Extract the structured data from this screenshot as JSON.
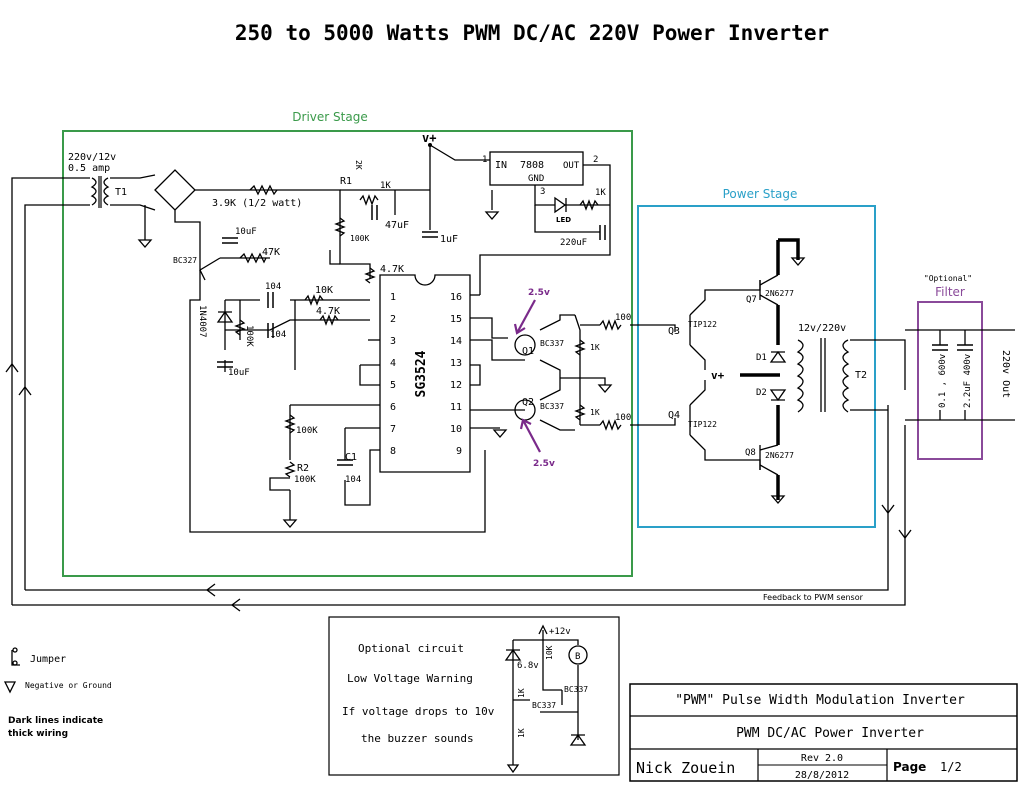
{
  "title": "250 to 5000 Watts PWM DC/AC 220V Power Inverter",
  "colors": {
    "driver_box": "#3a9a4a",
    "power_box": "#2aa0c8",
    "filter_box": "#8a4a9a",
    "annotation": "#7a2a8a",
    "wire": "#000000"
  },
  "sections": {
    "driver_stage": "Driver Stage",
    "power_stage": "Power Stage",
    "filter": "Filter",
    "filter_note": "\"Optional\""
  },
  "components": {
    "t1": "T1",
    "t1_rating_1": "220v/12v",
    "t1_rating_2": "0.5 amp",
    "r_39k": "3.9K (1/2 watt)",
    "r1": "R1",
    "r1_val": "2K",
    "r_1k_top": "1K",
    "c_47uf": "47uF",
    "c_1uf": "1uF",
    "r_100k_a": "100K",
    "r_47k": "47K",
    "c_10uf_a": "10uF",
    "bc327": "BC327",
    "r_47k_2": "4.7K",
    "c_104_a": "104",
    "r_10k": "10K",
    "c_104_b": "104",
    "r_47k_3": "4.7K",
    "d_1n4007": "1N4007",
    "r_100k_b": "100K",
    "c_10uf_b": "10uF",
    "r_100k_c": "100K",
    "r2": "R2",
    "r2_val": "100K",
    "c1": "C1",
    "c1_val": "104",
    "ic": "SG3524",
    "pins_left": [
      "1",
      "2",
      "3",
      "4",
      "5",
      "6",
      "7",
      "8"
    ],
    "pins_right": [
      "16",
      "15",
      "14",
      "13",
      "12",
      "11",
      "10",
      "9"
    ],
    "vplus": "v+",
    "reg_in": "IN",
    "reg_name": "7808",
    "reg_gnd": "GND",
    "reg_out": "OUT",
    "reg_pin1": "1",
    "reg_pin2": "2",
    "reg_pin3": "3",
    "led": "LED",
    "r_1k_led": "1K",
    "c_220uf": "220uF",
    "v25_top": "2.5v",
    "v25_bot": "2.5v",
    "q1": "Q1",
    "q2": "Q2",
    "bc337_a": "BC337",
    "bc337_b": "BC337",
    "r_1k_a": "1K",
    "r_1k_b": "1K",
    "r_100_a": "100",
    "r_100_b": "100",
    "q3": "Q3",
    "q4": "Q4",
    "tip122_a": "TIP122",
    "tip122_b": "TIP122",
    "q7": "Q7",
    "q8": "Q8",
    "n6277_a": "2N6277",
    "n6277_b": "2N6277",
    "d1": "D1",
    "d2": "D2",
    "vplus_power": "v+",
    "t2_rating": "12v/220v",
    "t2": "T2",
    "cap_01": "0.1 , 600v",
    "cap_22": "2.2uF 400v",
    "output": "220v Out",
    "feedback": "Feedback to PWM sensor"
  },
  "legend": {
    "jumper": "Jumper",
    "ground": "Negative or Ground",
    "thick_1": "Dark lines indicate",
    "thick_2": "thick wiring"
  },
  "optional": {
    "line1": "Optional circuit",
    "line2": "Low Voltage Warning",
    "line3": "If voltage drops to 10v",
    "line4": "the buzzer sounds",
    "supply": "+12v",
    "zener": "6.8v",
    "r_10k": "10K",
    "r_1k_a": "1K",
    "r_1k_b": "1K",
    "bc337_a": "BC337",
    "bc337_b": "BC337",
    "buzzer": "B"
  },
  "title_block": {
    "row1": "\"PWM\"  Pulse Width Modulation Inverter",
    "row2": "PWM DC/AC Power Inverter",
    "author": "Nick Zouein",
    "rev": "Rev 2.0",
    "date": "28/8/2012",
    "page_label": "Page",
    "page": "1/2"
  }
}
